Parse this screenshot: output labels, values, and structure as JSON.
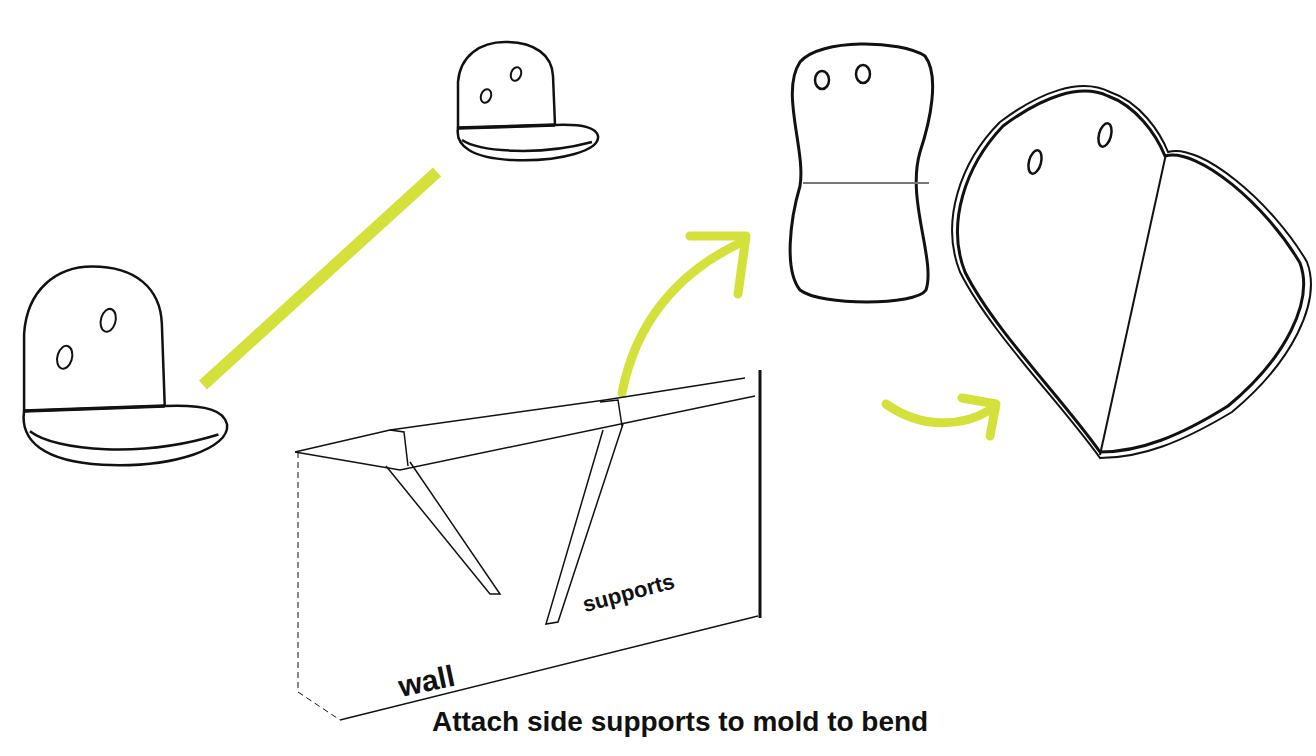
{
  "diagram": {
    "caption": "Attach side supports to mold to bend",
    "labels": [
      "wall",
      "supports"
    ]
  }
}
